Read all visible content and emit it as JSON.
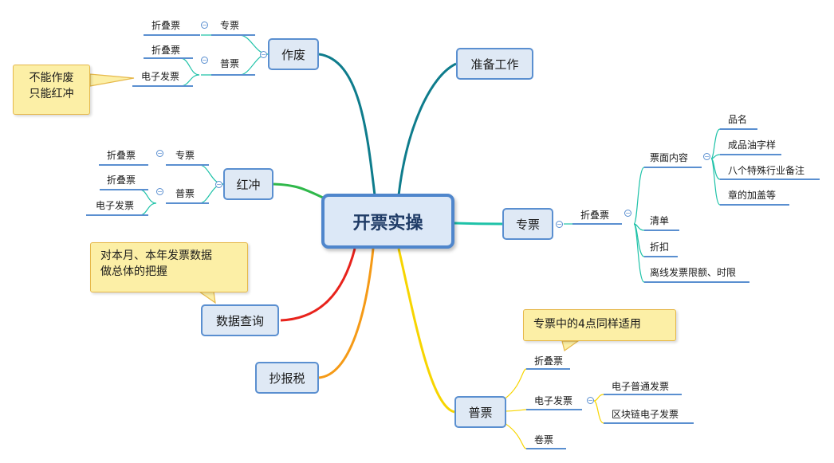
{
  "root": {
    "label": "开票实操"
  },
  "branches": {
    "prep": {
      "label": "准备工作"
    },
    "zuofei": {
      "label": "作废",
      "zhuan": {
        "label": "专票",
        "leaf": "折叠票"
      },
      "pu": {
        "label": "普票",
        "leaves": [
          "折叠票",
          "电子发票"
        ]
      }
    },
    "hongchong": {
      "label": "红冲",
      "zhuan": {
        "label": "专票",
        "leaf": "折叠票"
      },
      "pu": {
        "label": "普票",
        "leaves": [
          "折叠票",
          "电子发票"
        ]
      }
    },
    "zhuanpiao": {
      "label": "专票",
      "folded": {
        "label": "折叠票",
        "face": {
          "label": "票面内容",
          "items": [
            "品名",
            "成品油字样",
            "八个特殊行业备注",
            "章的加盖等"
          ]
        },
        "others": [
          "清单",
          "折扣",
          "离线发票限额、时限"
        ]
      }
    },
    "query": {
      "label": "数据查询"
    },
    "tax": {
      "label": "抄报税"
    },
    "putong": {
      "label": "普票",
      "items": [
        "折叠票",
        "电子发票",
        "卷票"
      ],
      "electronic_sub": [
        "电子普通发票",
        "区块链电子发票"
      ]
    }
  },
  "callouts": {
    "zuofei_note": [
      "不能作废",
      "只能红冲"
    ],
    "query_note": [
      "对本月、本年发票数据",
      "做总体的把握"
    ],
    "putong_note": "专票中的4点同样适用"
  },
  "colors": {
    "node_fill": "#dfe9f5",
    "node_border": "#5a8fd0",
    "root_border": "#4f86cc",
    "callout_fill": "#fcefa6",
    "branch_teal": "#0e7c8c",
    "branch_green": "#2fb84a",
    "branch_cyan": "#1ec2a8",
    "branch_red": "#e8231c",
    "branch_orange": "#f59a16",
    "branch_yellow": "#f7d500"
  }
}
